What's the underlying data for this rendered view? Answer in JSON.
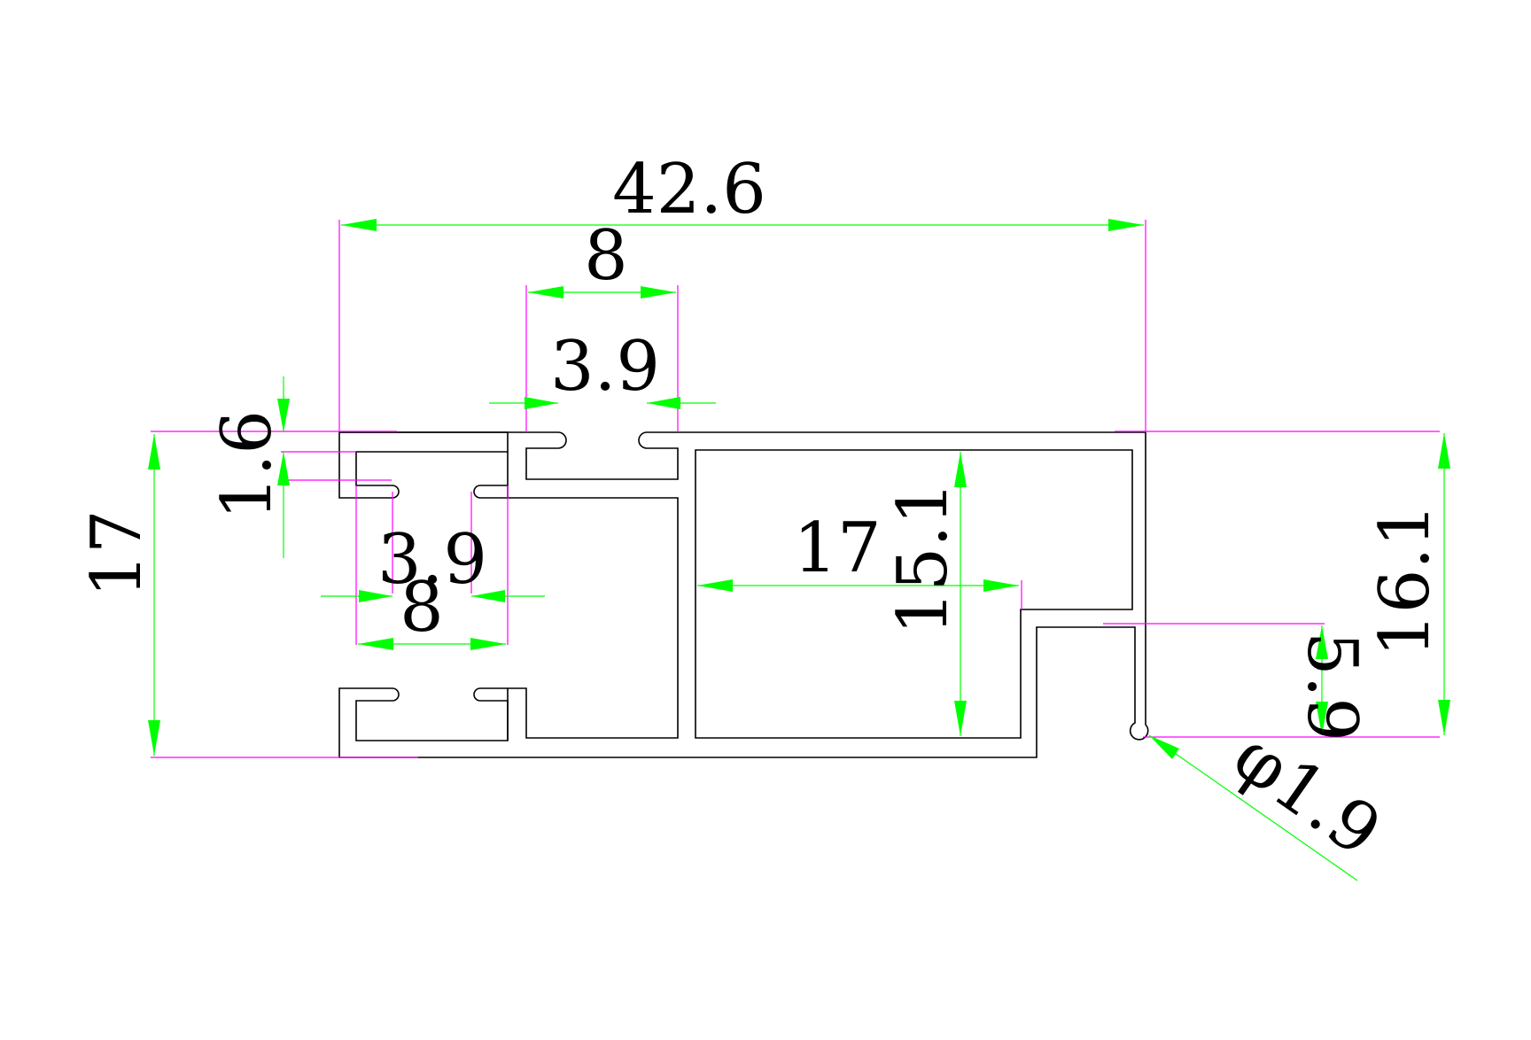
{
  "dimensions": {
    "overall_width": "42.6",
    "top_slot_width": "8",
    "top_slot_opening": "3.9",
    "left_wall": "1.6",
    "left_slot_opening": "3.9",
    "left_slot_width": "8",
    "overall_height": "17",
    "chamber_width": "17",
    "chamber_height": "15.1",
    "right_height": "16.1",
    "lip_height": "5.9",
    "bead_diameter": "φ1.9"
  },
  "colors": {
    "profile": "#000000",
    "extension": "#ff00ff",
    "dimension": "#00ff00"
  }
}
